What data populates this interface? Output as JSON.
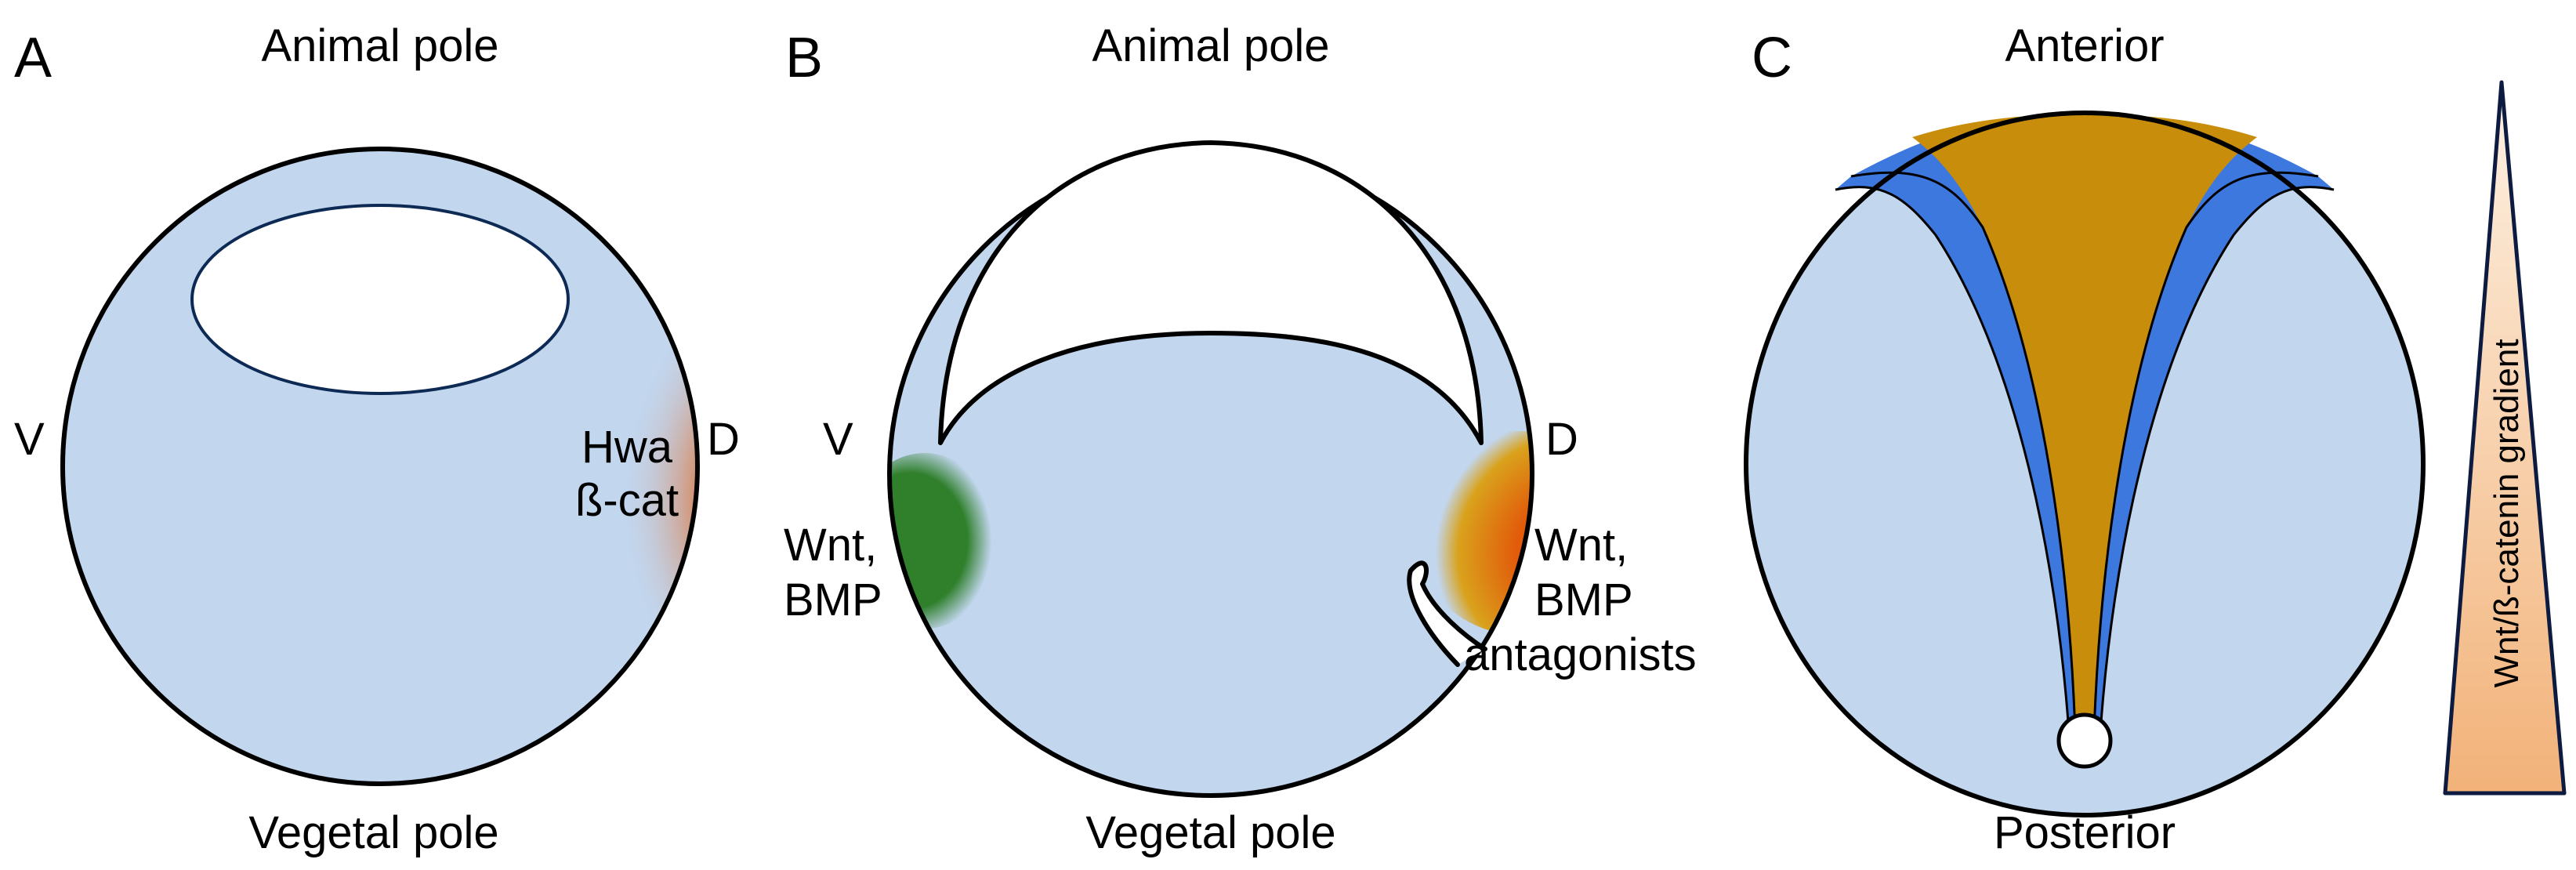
{
  "colors": {
    "embryo_fill": "#c2d6ee",
    "outline": "#000000",
    "organizer_orange": "#e25a0a",
    "organizer_yellow": "#d9a21c",
    "ventral_green": "#2f7f2b",
    "anterior_gold": "#c98d0c",
    "neural_blue": "#3c78de",
    "gradient_light": "#fbe4cc",
    "gradient_dark": "#f2b279",
    "gradient_outline": "#0d1b40",
    "blastocoel_outline": "#0d2a55"
  },
  "panel_a": {
    "letter": "A",
    "top_label": "Animal pole",
    "bottom_label": "Vegetal pole",
    "left_label": "V",
    "right_label": "D",
    "signal_line1": "Hwa",
    "signal_line2": "ß-cat"
  },
  "panel_b": {
    "letter": "B",
    "top_label": "Animal pole",
    "bottom_label": "Vegetal pole",
    "left_label": "V",
    "right_label": "D",
    "ventral_line1": "Wnt,",
    "ventral_line2": "BMP",
    "dorsal_line1": "Wnt,",
    "dorsal_line2": "BMP",
    "dorsal_line3": "antagonists"
  },
  "panel_c": {
    "letter": "C",
    "top_label": "Anterior",
    "bottom_label": "Posterior",
    "gradient_label": "Wnt/ß-catenin gradient"
  }
}
